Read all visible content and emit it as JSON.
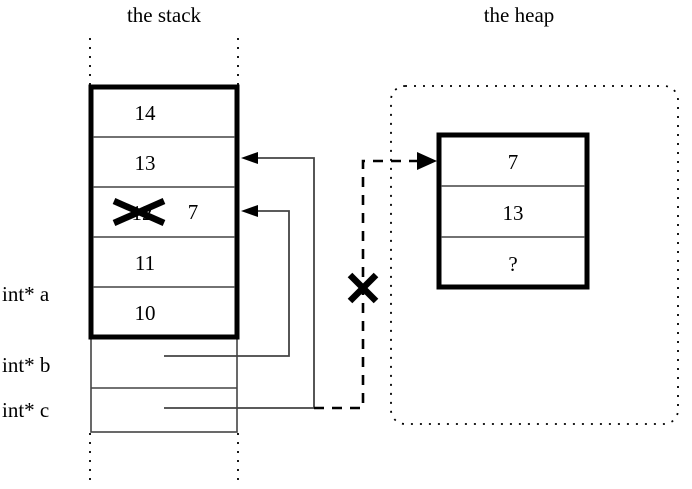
{
  "titles": {
    "stack": "the stack",
    "heap": "the heap"
  },
  "stack": {
    "cells": [
      {
        "value": "14"
      },
      {
        "value": "13"
      },
      {
        "value": "12",
        "struck": true,
        "replacement": "7"
      },
      {
        "value": "11"
      },
      {
        "value": "10"
      }
    ],
    "variables": [
      {
        "label": "int* a"
      },
      {
        "label": "int* b"
      },
      {
        "label": "int* c"
      }
    ]
  },
  "heap": {
    "cells": [
      {
        "value": "7"
      },
      {
        "value": "13"
      },
      {
        "value": "?"
      }
    ]
  },
  "annotations": {
    "invalid_pointer_mark": "X",
    "struck_value_mark": "X"
  },
  "colors": {
    "ink": "#000000",
    "thin_rule": "#444444",
    "background": "#ffffff"
  }
}
